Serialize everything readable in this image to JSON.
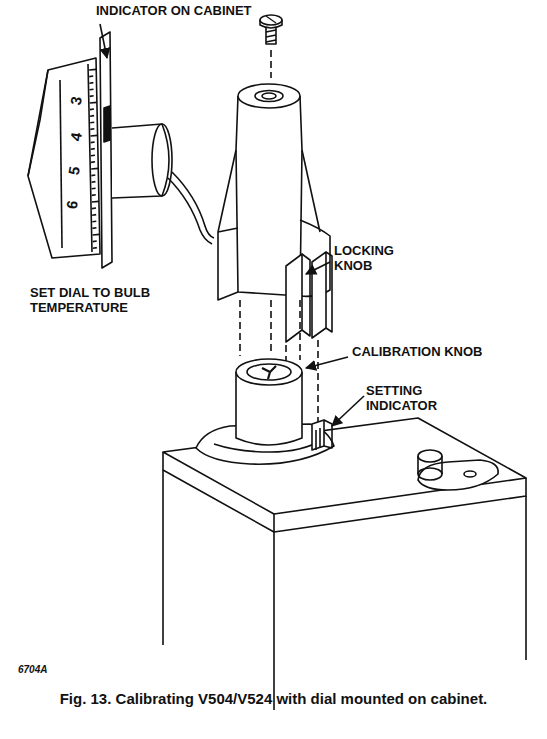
{
  "diagram": {
    "caption": "Fig. 13. Calibrating V504/V524 with dial mounted on cabinet.",
    "labels": [
      "INDICATOR ON CABINET",
      "3",
      "4",
      "5",
      "6",
      "SET DIAL TO BULB TEMPERATURE",
      "LOCKING KNOB",
      "CALIBRATION KNOB",
      "SETTING INDICATOR",
      "6704A"
    ]
  }
}
